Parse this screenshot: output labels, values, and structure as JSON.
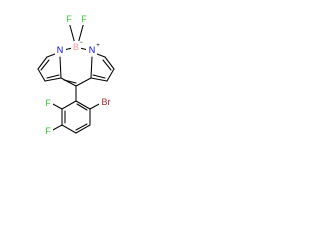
{
  "molecule": {
    "atoms": {
      "f_left": "F",
      "f_right": "F",
      "boron": "B",
      "n_left": "N",
      "n_right": "N",
      "f_ring_top": "F",
      "f_ring_bottom": "F",
      "bromine": "Br"
    },
    "charges": {
      "boron": "−",
      "n_right": "+"
    },
    "colors": {
      "bond": "#000000",
      "nitrogen": "#0000ff",
      "fluorine": "#33cc33",
      "boron": "#ff9999",
      "bromine": "#a52a2a"
    }
  }
}
